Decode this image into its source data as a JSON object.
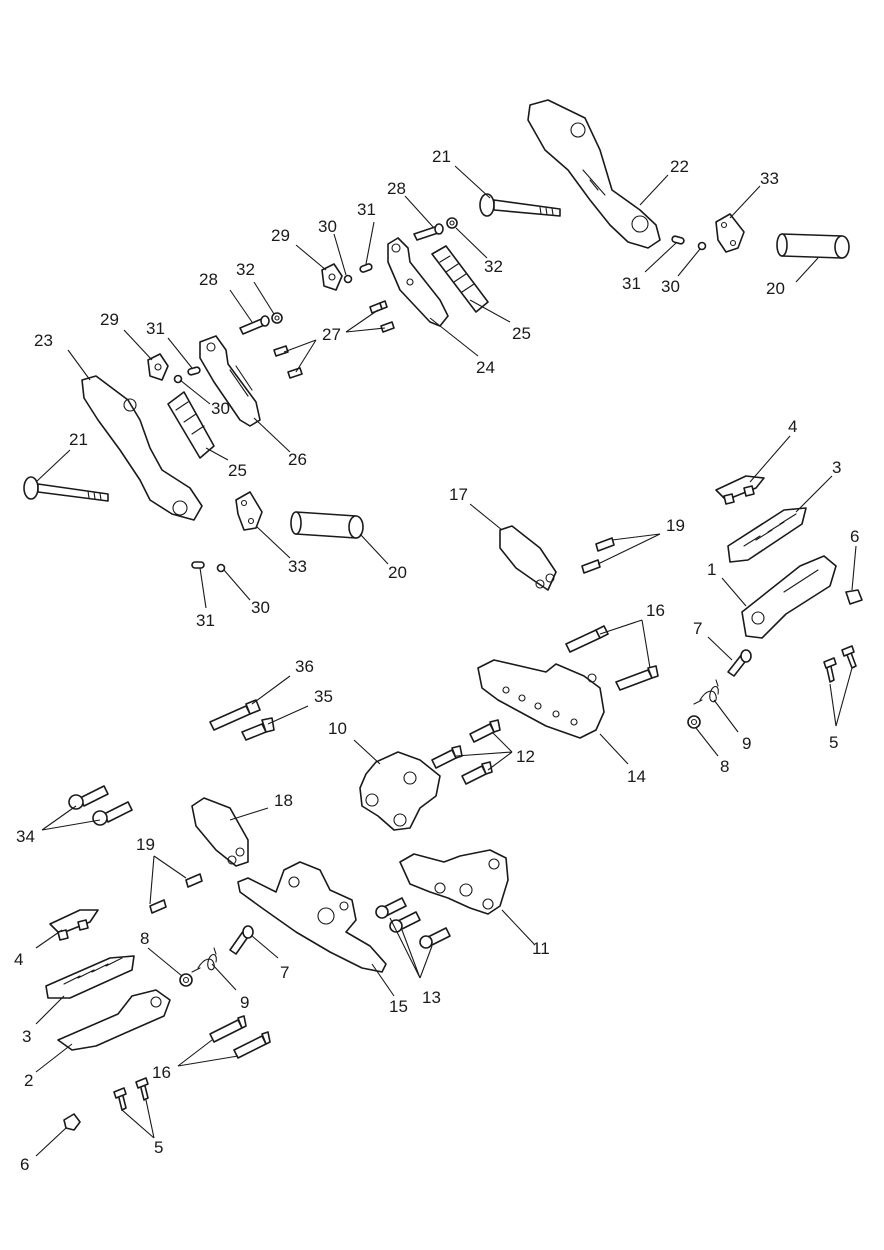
{
  "diagram": {
    "labels": {
      "l1": "1",
      "l2": "2",
      "l3a": "3",
      "l3b": "3",
      "l4a": "4",
      "l4b": "4",
      "l5a": "5",
      "l5b": "5",
      "l6a": "6",
      "l6b": "6",
      "l7a": "7",
      "l7b": "7",
      "l8a": "8",
      "l8b": "8",
      "l9a": "9",
      "l9b": "9",
      "l10": "10",
      "l11": "11",
      "l12": "12",
      "l13": "13",
      "l14": "14",
      "l15": "15",
      "l16a": "16",
      "l16b": "16",
      "l17": "17",
      "l18": "18",
      "l19a": "19",
      "l19b": "19",
      "l20a": "20",
      "l20b": "20",
      "l21a": "21",
      "l21b": "21",
      "l22": "22",
      "l23": "23",
      "l24": "24",
      "l25a": "25",
      "l25b": "25",
      "l26": "26",
      "l27": "27",
      "l28a": "28",
      "l28b": "28",
      "l29a": "29",
      "l29b": "29",
      "l30a": "30",
      "l30b": "30",
      "l30c": "30",
      "l30d": "30",
      "l31a": "31",
      "l31b": "31",
      "l31c": "31",
      "l31d": "31",
      "l32a": "32",
      "l32b": "32",
      "l33a": "33",
      "l33b": "33",
      "l34": "34",
      "l35": "35",
      "l36": "36"
    }
  }
}
